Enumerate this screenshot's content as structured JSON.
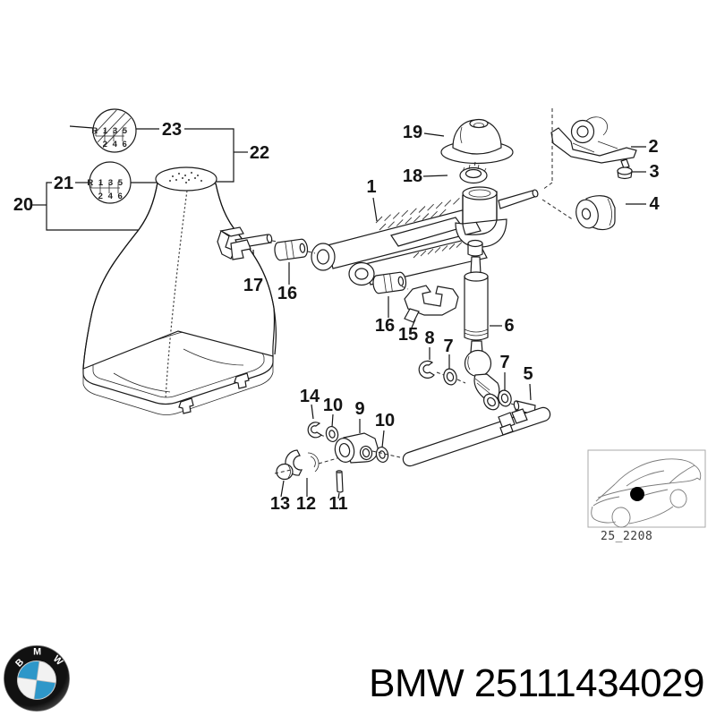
{
  "colors": {
    "line": "#1c1c1c",
    "bmw_blue": "#2e97c9",
    "marker_dot": "#000000"
  },
  "shift_pattern": {
    "row1": "R 1 3 5",
    "row2": "2 4 6"
  },
  "callouts": {
    "n1": "1",
    "n2": "2",
    "n3": "3",
    "n4": "4",
    "n5": "5",
    "n6": "6",
    "n7": "7",
    "n8": "8",
    "n9": "9",
    "n10": "10",
    "n11": "11",
    "n12": "12",
    "n13": "13",
    "n14": "14",
    "n15": "15",
    "n16": "16",
    "n17": "17",
    "n18": "18",
    "n19": "19",
    "n20": "20",
    "n21": "21",
    "n22": "22",
    "n23": "23"
  },
  "thumbnail": {
    "code": "25_2208"
  },
  "footer": {
    "brand_line": "BMW 25111434029",
    "logo_b": "B",
    "logo_m": "M",
    "logo_w": "W"
  }
}
